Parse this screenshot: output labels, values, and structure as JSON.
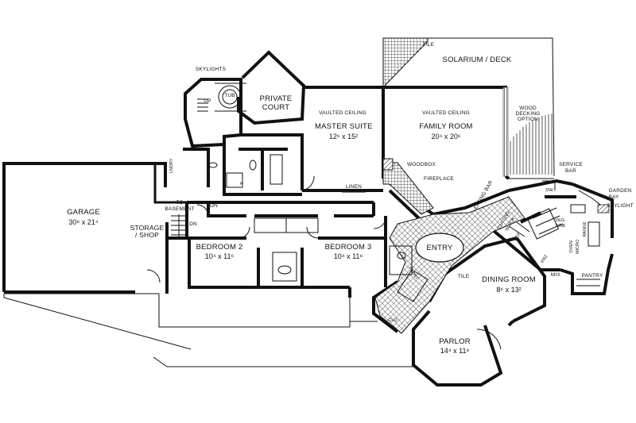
{
  "rooms": {
    "garage": {
      "name": "GARAGE",
      "size": "30⁸ x 21⁴"
    },
    "storage": {
      "name": "STORAGE / SHOP"
    },
    "bedroom2": {
      "name": "BEDROOM 2",
      "size": "10⁴ x 11⁶"
    },
    "bedroom3": {
      "name": "BEDROOM 3",
      "size": "10⁴ x 11⁶"
    },
    "master": {
      "note": "VAULTED CEILING",
      "name": "MASTER SUITE",
      "size": "12⁶ x 15²"
    },
    "family": {
      "note": "VAULTED CEILING",
      "name": "FAMILY ROOM",
      "size": "20⁴ x 20⁶"
    },
    "solarium": {
      "name": "SOLARIUM / DECK"
    },
    "court": {
      "line1": "PRIVATE",
      "line2": "COURT"
    },
    "entry": {
      "name": "ENTRY"
    },
    "dining": {
      "name": "DINING ROOM",
      "size": "8⁶ x 13²"
    },
    "parlor": {
      "name": "PARLOR",
      "size": "14⁴ x 11⁸"
    }
  },
  "labels": {
    "skylights": "SKYLIGHTS",
    "tub": "TUB",
    "up": "UP",
    "laundry": "LNDRY",
    "to_basement_1": "TO",
    "to_basement_2": "BASEMENT",
    "dn": "DN",
    "linen": "LINEN",
    "woodbox": "WOODBOX",
    "fireplace": "FIREPLACE",
    "tile_top": "TILE",
    "tile_entry": "TILE",
    "wood_decking_1": "WOOD",
    "wood_decking_2": "DECKING",
    "wood_decking_3": "OPTION",
    "service_bar_1": "SERVICE",
    "service_bar_2": "BAR",
    "eating_bar": "EATING BAR",
    "cutting_block_1": "CUTTING",
    "cutting_block_2": "BLOCK",
    "ref": "REF",
    "frz": "FRZ",
    "veg_sink_1": "VEG.",
    "veg_sink_2": "SINK",
    "range": "RANGE",
    "oven": "OVEN",
    "micro": "MICRO",
    "dw": "DW",
    "garden_bay_1": "GARDEN",
    "garden_bay_2": "BAY",
    "skylight": "SKYLIGHT",
    "mix": "MIX",
    "pantry": "PANTRY",
    "plant": "PLANT",
    "clo": "CLO",
    "k": "K"
  }
}
